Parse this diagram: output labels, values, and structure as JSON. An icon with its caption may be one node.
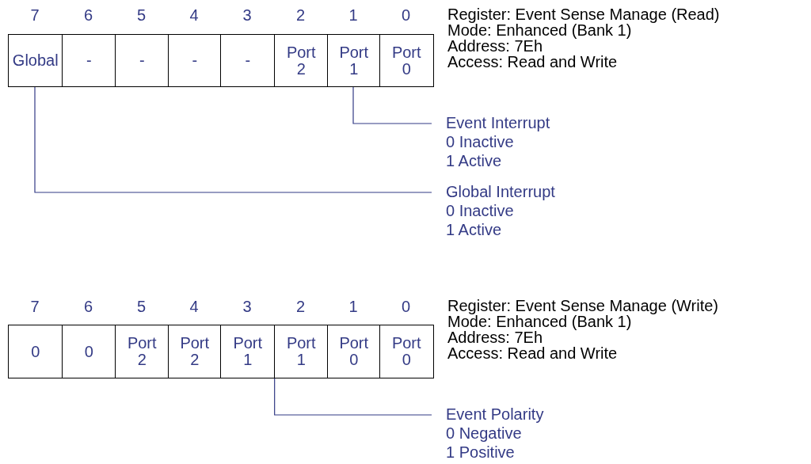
{
  "diagram": {
    "nodes": [
      {
        "text": [
          "Global"
        ]
      },
      {
        "text": [
          "-"
        ]
      },
      {
        "text": [
          "-"
        ]
      },
      {
        "text": [
          "-"
        ]
      },
      {
        "text": [
          "-"
        ]
      },
      {
        "text": [
          "Port 2"
        ]
      },
      {
        "text": [
          "Port 1"
        ]
      },
      {
        "text": [
          "Port 0"
        ]
      },
      {
        "text": [
          "Event Interrupt",
          "0 Inactive",
          "1 Active"
        ]
      },
      {
        "text": [
          "Global Interrupt",
          "0 Inactive",
          "1 Active"
        ]
      },
      {
        "text": [
          "0"
        ]
      },
      {
        "text": [
          "0"
        ]
      },
      {
        "text": [
          "Port 2"
        ]
      },
      {
        "text": [
          "Port 2"
        ]
      },
      {
        "text": [
          "Port 1"
        ]
      },
      {
        "text": [
          "Port 1"
        ]
      },
      {
        "text": [
          "Port 0"
        ]
      },
      {
        "text": [
          "Port 0"
        ]
      },
      {
        "text": [
          "Event Polarity",
          "0 Negative",
          "1 Positive"
        ]
      }
    ],
    "edges": [
      {
        "from": 8,
        "to": 6,
        "arrow": "none"
      },
      {
        "from": 9,
        "to": 0,
        "arrow": "none"
      },
      {
        "from": 18,
        "to": 15,
        "arrow": "none"
      }
    ],
    "labels": [
      "7",
      "6",
      "5",
      "4",
      "3",
      "2",
      "1",
      "0",
      "Register: Event Sense Manage (Read)",
      "Mode: Enhanced (Bank 1)",
      "Address: 7Eh",
      "Access: Read and Write",
      "7",
      "6",
      "5",
      "4",
      "3",
      "2",
      "1",
      "0",
      "Register: Event Sense Manage (Write)",
      "Mode: Enhanced (Bank 1)",
      "Address: 7Eh",
      "Access: Read and Write"
    ]
  }
}
